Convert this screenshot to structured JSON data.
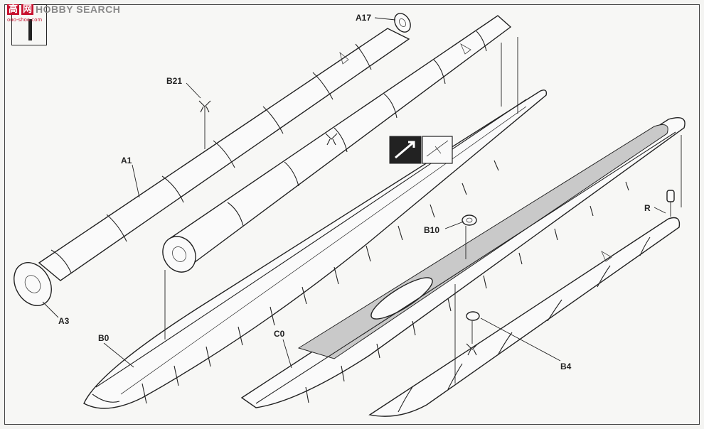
{
  "watermark": {
    "glyphs": [
      "高",
      "网"
    ],
    "brand": "HOBBY SEARCH",
    "sub": "ooo-shoo.com"
  },
  "labels": {
    "A17": "A17",
    "B21": "B21",
    "A1": "A1",
    "A3": "A3",
    "B0": "B0",
    "C0": "C0",
    "B10": "B10",
    "R": "R",
    "B4": "B4"
  },
  "colors": {
    "line": "#222222",
    "paper": "#f7f7f5",
    "deck": "#c9c9c9",
    "watermark_red": "#c8102e"
  }
}
